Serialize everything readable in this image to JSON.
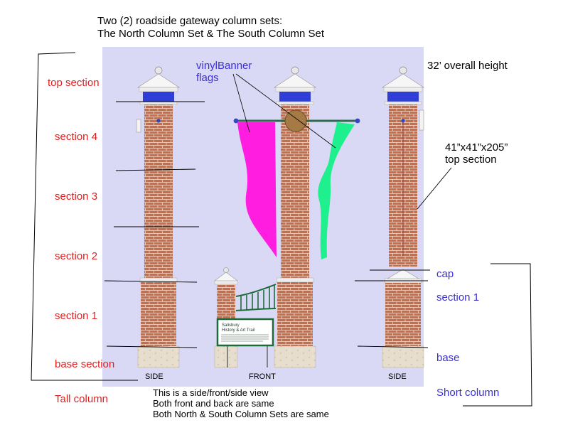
{
  "title": {
    "line1": "Two (2) roadside gateway column sets:",
    "line2": "The North Column Set & The South Column Set"
  },
  "left_labels": {
    "top_section": "top section",
    "section4": "section 4",
    "section3": "section 3",
    "section2": "section 2",
    "section1": "section 1",
    "base_section": "base section",
    "tall_column": "Tall column"
  },
  "right_labels": {
    "overall_height": "32’ overall height",
    "top_section_size_line1": "41”x41”x205”",
    "top_section_size_line2": "top section",
    "cap": "cap",
    "section1": "section 1",
    "base": "base",
    "short_column": "Short column"
  },
  "banner_label": {
    "line1": "vinylBanner",
    "line2": "flags"
  },
  "view_labels": {
    "left": "SIDE",
    "center": "FRONT",
    "right": "SIDE"
  },
  "sign": {
    "line1": "Salisbury",
    "line2": "History & Art Trail"
  },
  "notes": {
    "line1": "This is a side/front/side view",
    "line2": "Both front and back are same",
    "line3": "Both North & South Column Sets are same"
  },
  "colors": {
    "backdrop": "#d9d9f5",
    "brick": "#c86c4e",
    "cap_white": "#f4f4f4",
    "band_blue": "#2f3ed6",
    "stone": "#e4dccb",
    "flag_magenta": "#ff1de0",
    "flag_green": "#1ef08e",
    "gate_green": "#1e6b3a",
    "label_red": "#e02020",
    "label_blue": "#3b2fd6"
  }
}
